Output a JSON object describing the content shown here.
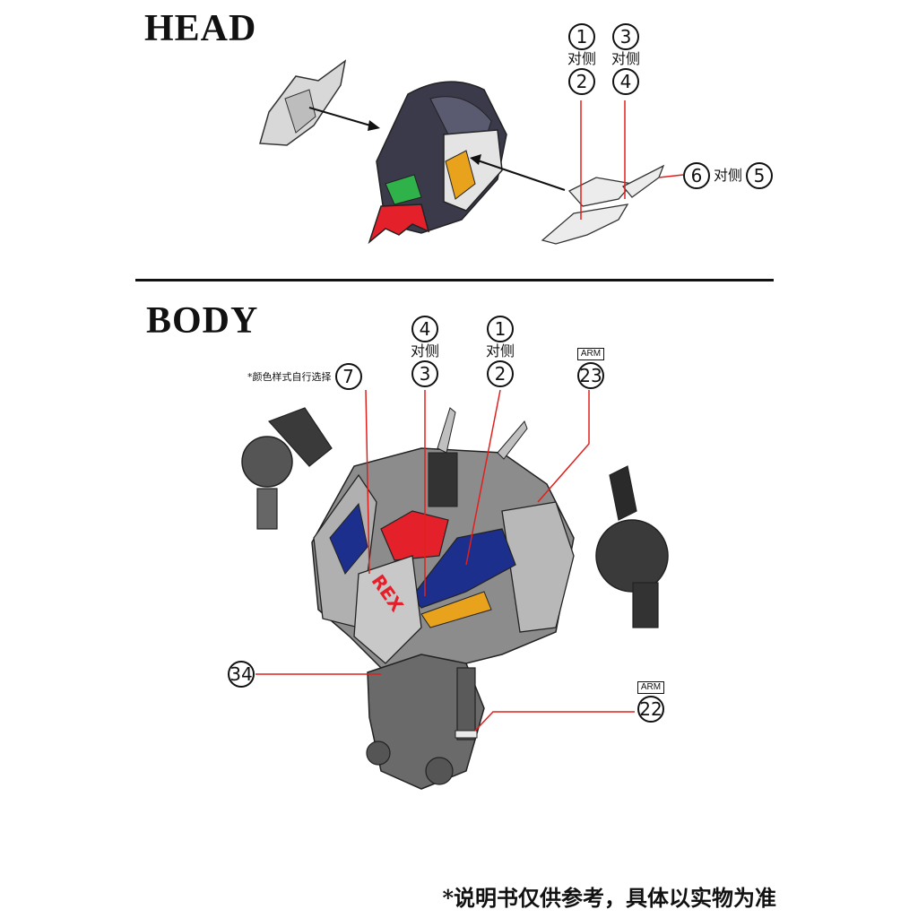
{
  "head": {
    "title": "HEAD",
    "callouts": [
      {
        "top": "1",
        "side": "对侧",
        "bottom": "2"
      },
      {
        "top": "3",
        "side": "对侧",
        "bottom": "4"
      }
    ],
    "pair": {
      "left": "6",
      "side": "对侧",
      "right": "5"
    }
  },
  "body": {
    "title": "BODY",
    "callouts": [
      {
        "top": "4",
        "side": "对侧",
        "bottom": "3"
      },
      {
        "top": "1",
        "side": "对侧",
        "bottom": "2"
      }
    ],
    "arm_tag": "ARM",
    "arm_top_num": "23",
    "arm_bottom_num": "22",
    "note": "*颜色样式自行选择",
    "num_7": "7",
    "num_34": "34",
    "rex_text": "REX"
  },
  "footer": "*说明书仅供参考，具体以实物为准",
  "colors": {
    "leader": "#e0201c",
    "red": "#e4202a",
    "blue": "#1c2f8c",
    "gold": "#e8a21c",
    "green": "#2fb24a",
    "grey": "#9c9c9c"
  }
}
